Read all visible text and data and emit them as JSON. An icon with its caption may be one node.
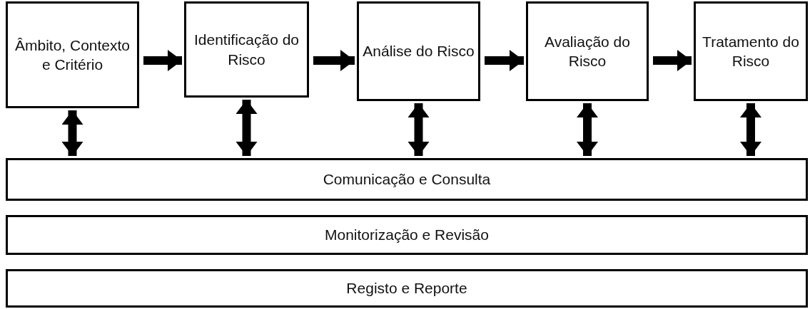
{
  "diagram": {
    "nodes": [
      {
        "text": [
          "Âmbito, Contexto e Critério"
        ]
      },
      {
        "text": [
          "Identificação do Risco"
        ]
      },
      {
        "text": [
          "Análise do Risco"
        ]
      },
      {
        "text": [
          "Avaliação do Risco"
        ]
      },
      {
        "text": [
          "Tratamento do Risco"
        ]
      },
      {
        "text": [
          "Comunicação e Consulta"
        ]
      },
      {
        "text": [
          "Monitorização e Revisão"
        ]
      },
      {
        "text": [
          "Registo e Reporte"
        ]
      }
    ],
    "edges": [
      {
        "from": 0,
        "to": 1,
        "arrow": "to"
      },
      {
        "from": 1,
        "to": 2,
        "arrow": "to"
      },
      {
        "from": 2,
        "to": 3,
        "arrow": "to"
      },
      {
        "from": 3,
        "to": 4,
        "arrow": "to"
      },
      {
        "from": 0,
        "to": 5,
        "arrow": "both"
      },
      {
        "from": 1,
        "to": 5,
        "arrow": "both"
      },
      {
        "from": 2,
        "to": 5,
        "arrow": "both"
      },
      {
        "from": 3,
        "to": 5,
        "arrow": "both"
      },
      {
        "from": 4,
        "to": 5,
        "arrow": "both"
      }
    ]
  }
}
